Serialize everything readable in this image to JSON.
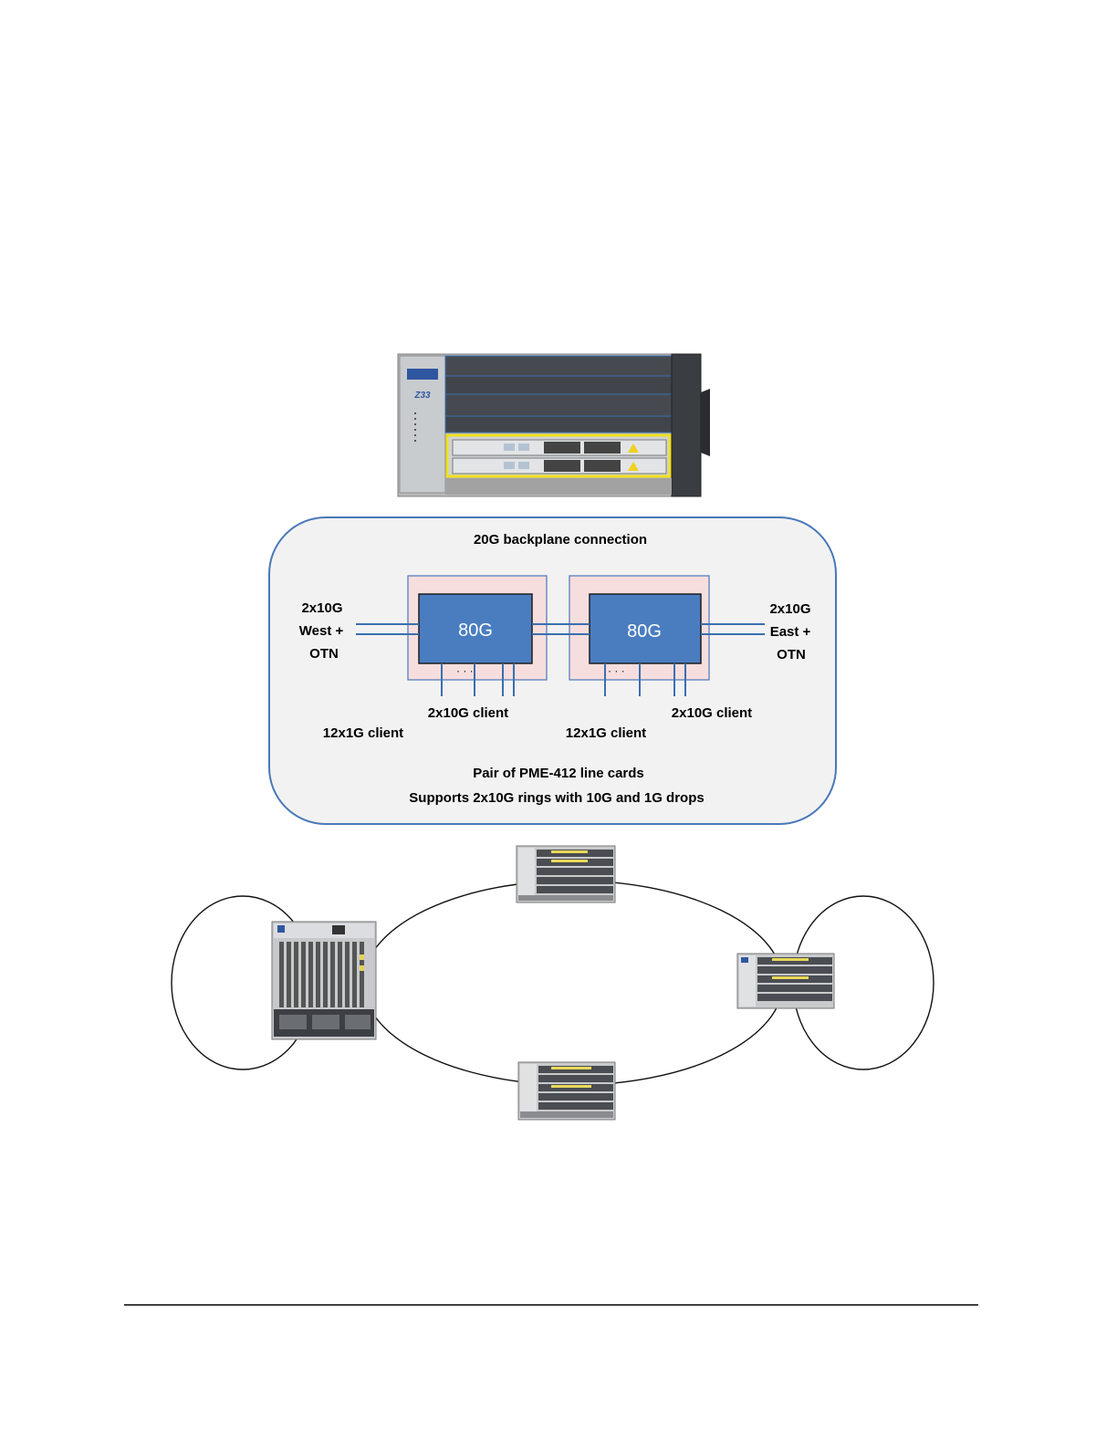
{
  "diagram": {
    "panel": {
      "title": "20G backplane connection",
      "left_card_label": "80G",
      "right_card_label": "80G",
      "west_lines": [
        "2x10G",
        "West +",
        "OTN"
      ],
      "east_lines": [
        "2x10G",
        "East +",
        "OTN"
      ],
      "left_10g_client": "2x10G client",
      "right_10g_client": "2x10G client",
      "left_1g_client": "12x1G client",
      "right_1g_client": "12x1G client",
      "ellipsis": "· · ·",
      "caption_line1": "Pair of PME-412 line cards",
      "caption_line2": "Supports 2x10G rings with 10G and 1G drops"
    },
    "colors": {
      "panel_border": "#4a78b8",
      "panel_fill": "#f2f2f2",
      "card_fill": "#4a7dc0",
      "card_outer_fill": "#f7dede",
      "highlight": "#f0e020",
      "line": "#3a6fb0"
    },
    "chassis_label": "Z33"
  }
}
